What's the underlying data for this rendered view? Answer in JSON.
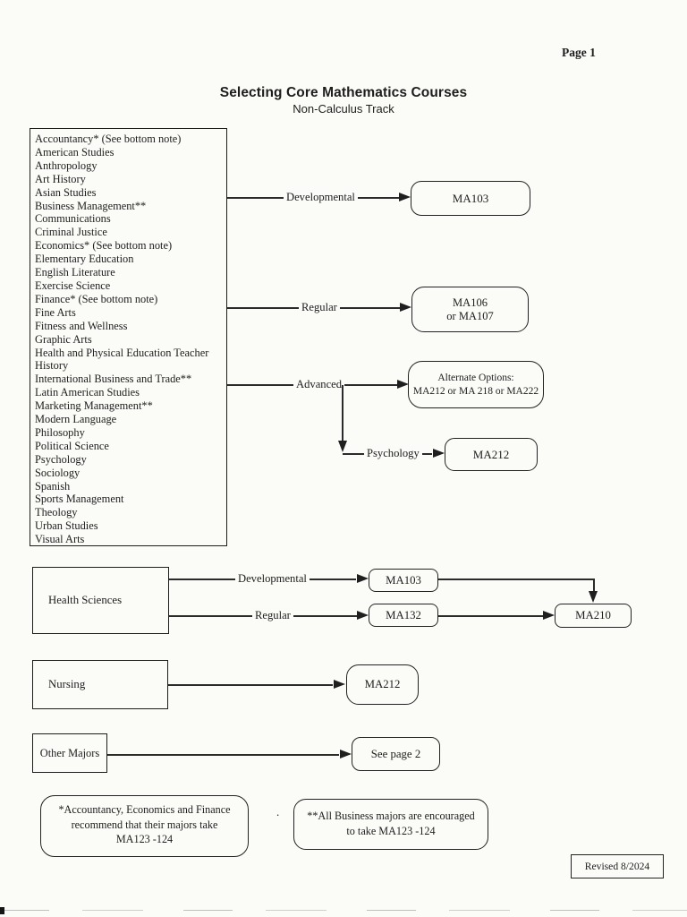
{
  "page": {
    "number": "Page 1",
    "title": "Selecting Core Mathematics Courses",
    "subtitle": "Non-Calculus Track",
    "revised": "Revised 8/2024"
  },
  "colors": {
    "paper": "#fbfbf8",
    "ink": "#1d1d1d",
    "line": "#2b2b2b"
  },
  "majors_list": {
    "items": [
      "Accountancy* (See bottom note)",
      "American Studies",
      "Anthropology",
      "Art History",
      "Asian Studies",
      "Business Management**",
      "Communications",
      "Criminal Justice",
      "Economics* (See bottom note)",
      "Elementary Education",
      "English Literature",
      "Exercise Science",
      "Finance* (See bottom note)",
      "Fine Arts",
      "Fitness and Wellness",
      "Graphic Arts",
      "Health and Physical Education Teacher",
      "History",
      "International Business and Trade**",
      "Latin American Studies",
      "Marketing Management**",
      "Modern Language",
      "Philosophy",
      "Political Science",
      "Psychology",
      "Sociology",
      "Spanish",
      "Sports Management",
      "Theology",
      "Urban Studies",
      "Visual Arts"
    ]
  },
  "main_tracks": {
    "developmental": {
      "label": "Developmental",
      "course": "MA103"
    },
    "regular": {
      "label": "Regular",
      "course_lines": [
        "MA106",
        "or MA107"
      ]
    },
    "advanced": {
      "label": "Advanced",
      "course_lines": [
        "Alternate Options:",
        "MA212 or MA 218 or MA222"
      ]
    },
    "psychology": {
      "label": "Psychology",
      "course": "MA212"
    }
  },
  "health_sciences": {
    "label": "Health Sciences",
    "developmental": {
      "label": "Developmental",
      "course": "MA103"
    },
    "regular": {
      "label": "Regular",
      "course": "MA132"
    },
    "final_course": "MA210"
  },
  "nursing": {
    "label": "Nursing",
    "course": "MA212"
  },
  "other_majors": {
    "label": "Other Majors",
    "course": "See page 2"
  },
  "footnotes": {
    "left_lines": [
      "*Accountancy, Economics and Finance",
      "recommend that their majors take",
      "MA123 -124"
    ],
    "separator": ".",
    "right_lines": [
      "**All Business majors are encouraged",
      "to take MA123 -124"
    ]
  }
}
